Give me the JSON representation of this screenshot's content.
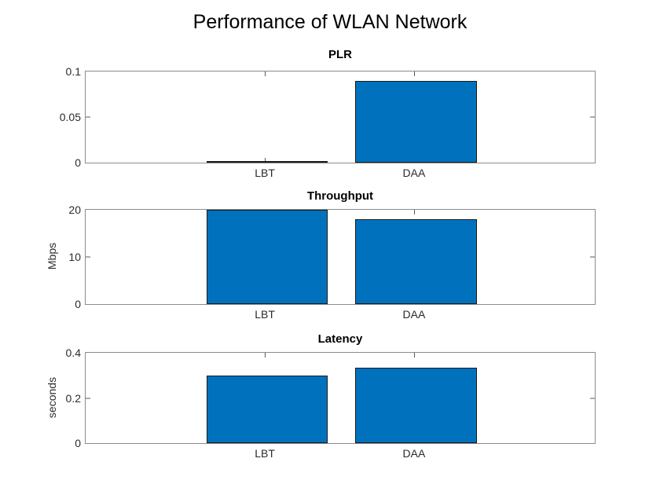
{
  "figure": {
    "title": "Performance of WLAN Network",
    "background": "#ffffff",
    "bar_color": "#0072BD",
    "bar_edge_color": "#1a1a1a",
    "axis_color": "#8c8c8c"
  },
  "chart_data": [
    {
      "type": "bar",
      "title": "PLR",
      "categories": [
        "LBT",
        "DAA"
      ],
      "values": [
        0.001,
        0.09
      ],
      "xlabel": "",
      "ylabel": "",
      "ylim": [
        0,
        0.1
      ],
      "yticks": [
        0,
        0.05,
        0.1
      ],
      "ytick_labels": [
        "0",
        "0.05",
        "0.1"
      ],
      "grid": false,
      "legend": "none",
      "series_name": "PLR"
    },
    {
      "type": "bar",
      "title": "Throughput",
      "categories": [
        "LBT",
        "DAA"
      ],
      "values": [
        20,
        18
      ],
      "xlabel": "",
      "ylabel": "Mbps",
      "ylim": [
        0,
        20
      ],
      "yticks": [
        0,
        10,
        20
      ],
      "ytick_labels": [
        "0",
        "10",
        "20"
      ],
      "grid": false,
      "legend": "none",
      "series_name": "Throughput"
    },
    {
      "type": "bar",
      "title": "Latency",
      "categories": [
        "LBT",
        "DAA"
      ],
      "values": [
        0.3,
        0.333
      ],
      "xlabel": "",
      "ylabel": "seconds",
      "ylim": [
        0,
        0.4
      ],
      "yticks": [
        0,
        0.2,
        0.4
      ],
      "ytick_labels": [
        "0",
        "0.2",
        "0.4"
      ],
      "grid": false,
      "legend": "none",
      "series_name": "Latency"
    }
  ]
}
